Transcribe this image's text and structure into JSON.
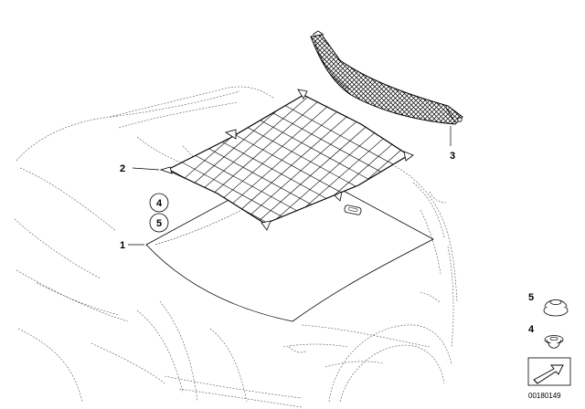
{
  "diagram": {
    "callouts": {
      "net": "2",
      "cover": "1",
      "strap": "3",
      "circled_top": "4",
      "circled_bottom": "5",
      "legend_top": "5",
      "legend_bottom": "4"
    },
    "reference_number": "00180149"
  }
}
